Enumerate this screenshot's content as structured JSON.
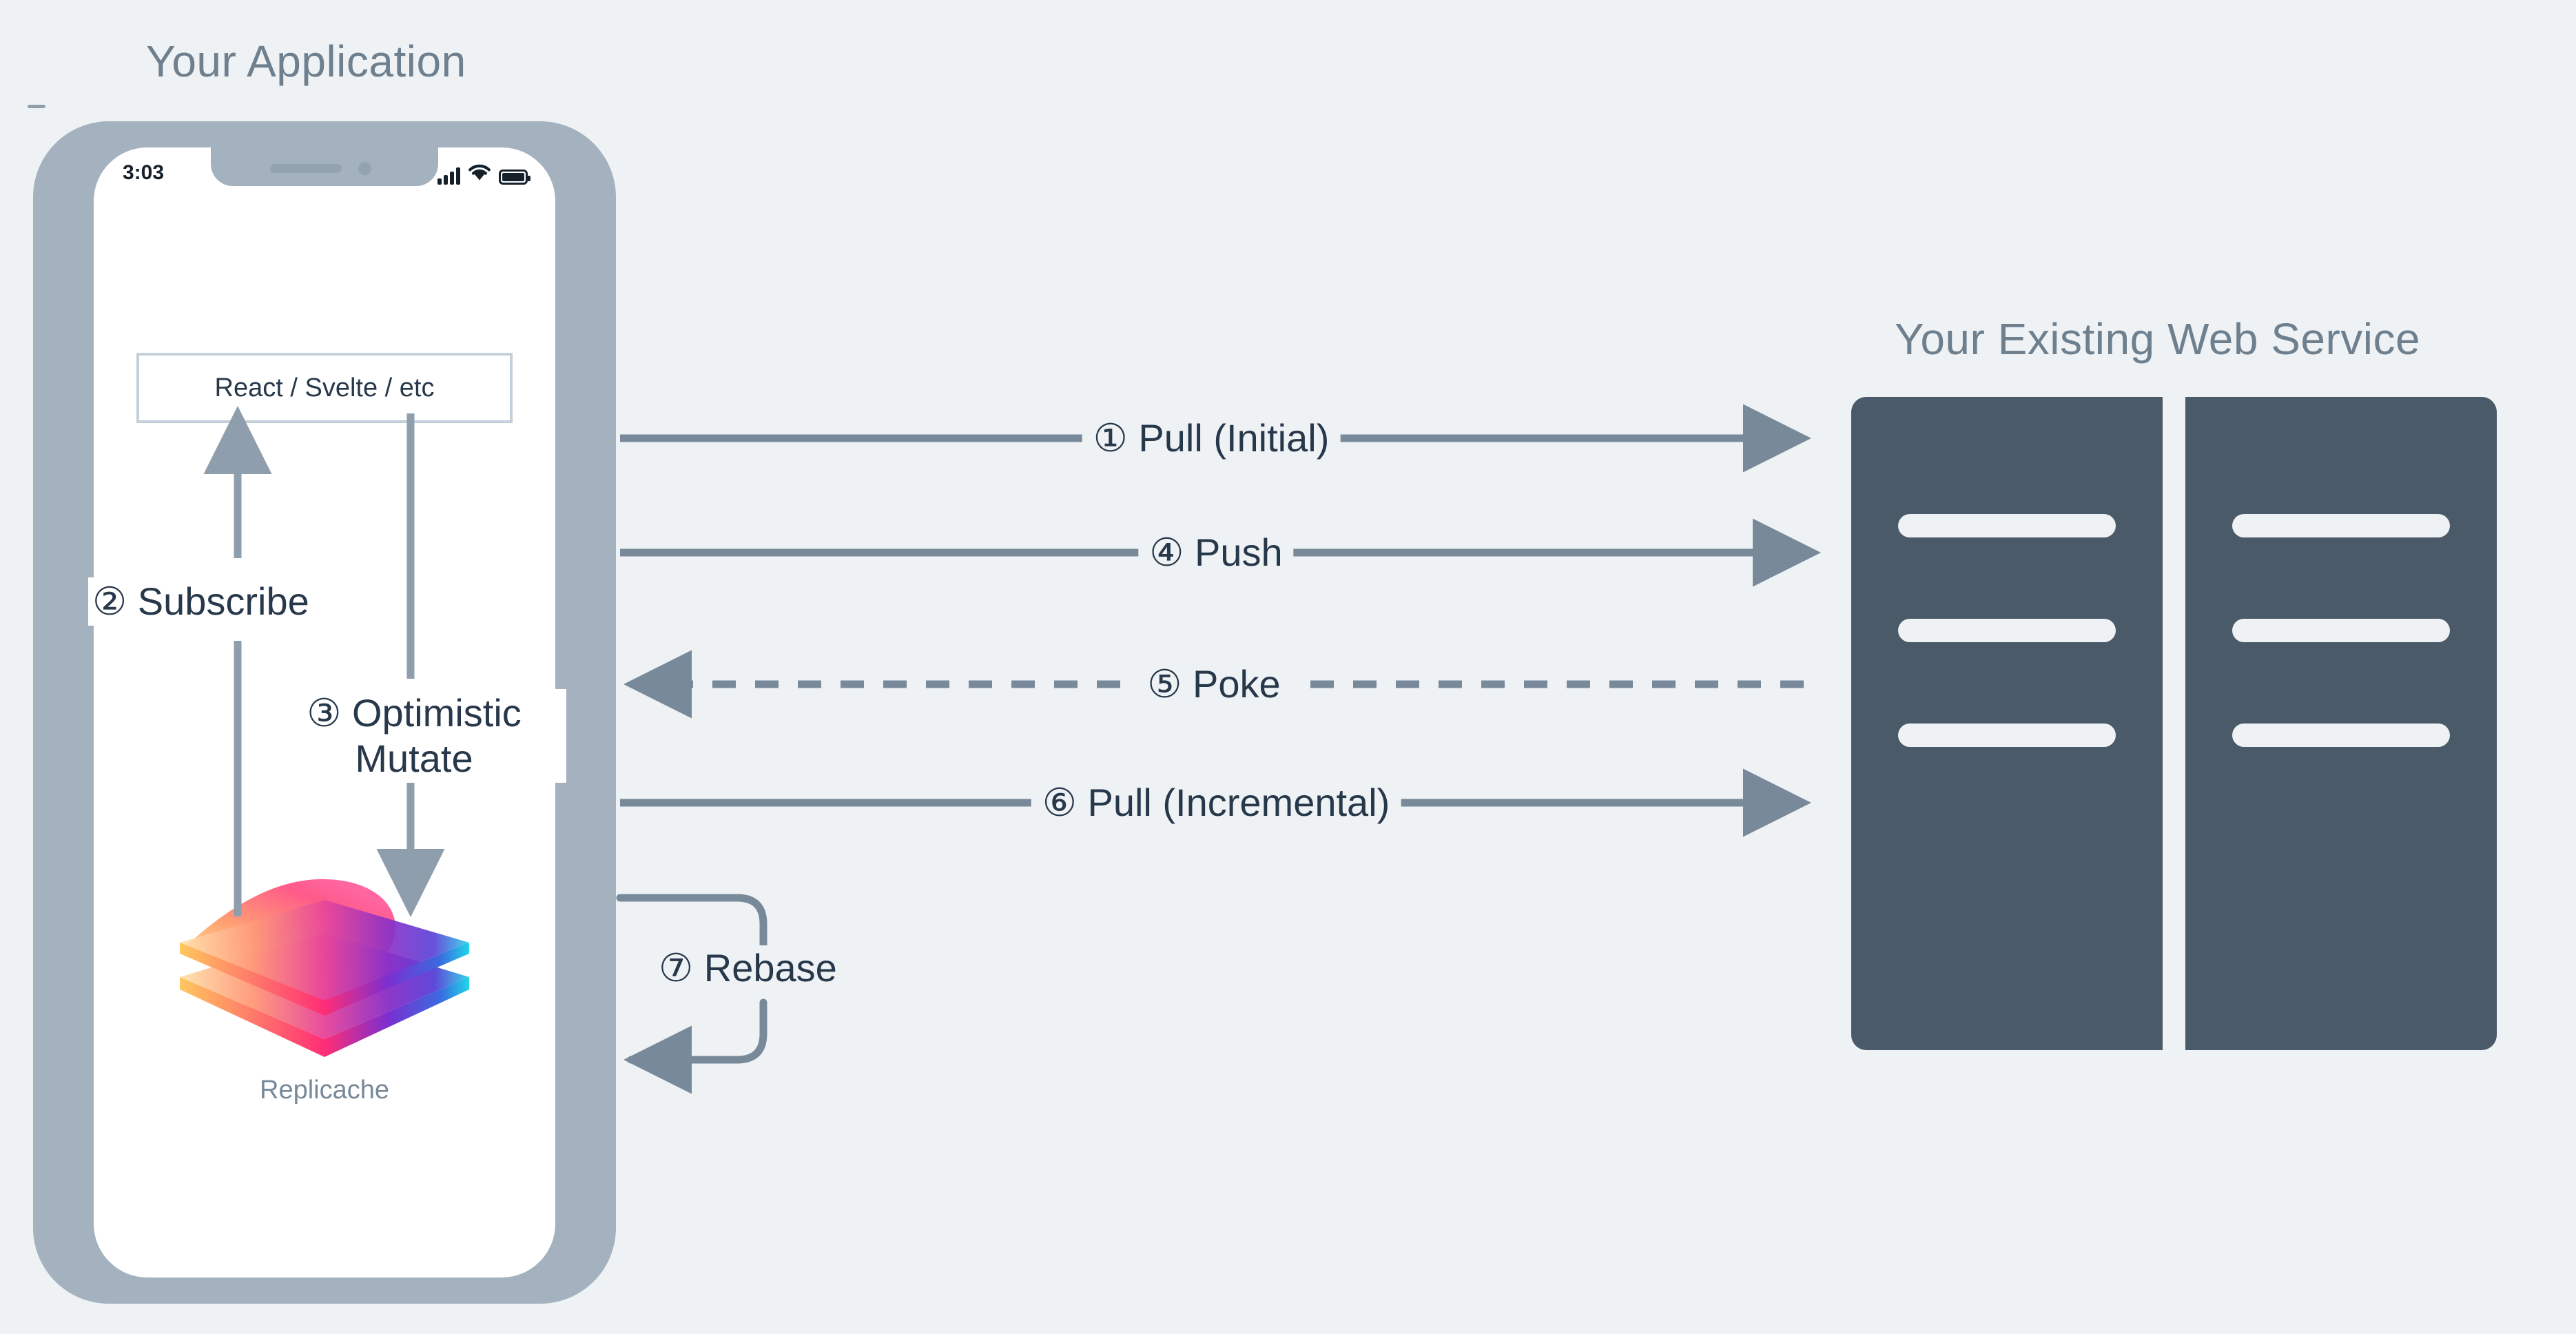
{
  "colors": {
    "background": "#eef2f5",
    "title_text": "#6e7f8e",
    "body_text": "#27384a",
    "arrow": "#78899a",
    "phone_frame": "#a4b2bf",
    "phone_screen": "#ffffff",
    "box_border": "#c3cfdb",
    "server_fill": "#4a5a68",
    "server_bar": "#eef2f5",
    "logo_label": "#78899a"
  },
  "app": {
    "title": "Your Application",
    "phone": {
      "status_time": "3:03",
      "status_icons": [
        "signal-bars-icon",
        "wifi-icon",
        "battery-icon"
      ],
      "framework_box_label": "React / Svelte / etc",
      "logo_label": "Replicache",
      "logo_icon": "replicache-layers-logo"
    }
  },
  "service": {
    "title": "Your Existing Web Service",
    "racks": [
      {
        "name": "server-rack-left",
        "bars": 3
      },
      {
        "name": "server-rack-right",
        "bars": 3
      }
    ]
  },
  "flows": {
    "internal": [
      {
        "id": "2",
        "marker": "②",
        "label": "② Subscribe",
        "direction": "up",
        "from": "replicache",
        "to": "framework"
      },
      {
        "id": "3",
        "marker": "③",
        "label": "③ Optimistic Mutate",
        "direction": "down",
        "from": "framework",
        "to": "replicache"
      }
    ],
    "network": [
      {
        "id": "1",
        "marker": "①",
        "label": "① Pull (Initial)",
        "direction": "right",
        "style": "solid"
      },
      {
        "id": "4",
        "marker": "④",
        "label": "④ Push",
        "direction": "right",
        "style": "solid"
      },
      {
        "id": "5",
        "marker": "⑤",
        "label": "⑤ Poke",
        "direction": "left",
        "style": "dashed"
      },
      {
        "id": "6",
        "marker": "⑥",
        "label": "⑥ Pull (Incremental)",
        "direction": "right",
        "style": "solid"
      }
    ],
    "loop": [
      {
        "id": "7",
        "marker": "⑦",
        "label": "⑦ Rebase",
        "direction": "loop-back",
        "style": "solid"
      }
    ]
  }
}
